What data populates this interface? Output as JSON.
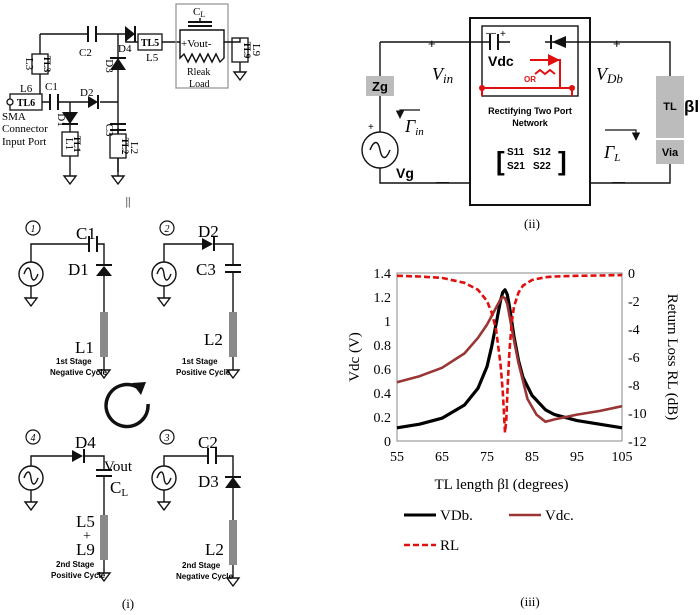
{
  "panel_i": {
    "top": {
      "tl6": "TL6",
      "l6": "L6",
      "sma1": "SMA",
      "sma2": "Connector",
      "sma3": "Input Port",
      "tl3": "TL3",
      "l3": "L3",
      "c1": "C1",
      "c2": "C2",
      "d1": "D1",
      "d2": "D2",
      "d3": "D3",
      "d4": "D4",
      "c3": "C3",
      "tl1": "TL1",
      "l1": "L1",
      "tl2": "TL2",
      "l2": "L2",
      "tl5": "TL5",
      "l5": "L5",
      "cl": "C",
      "cl_sub": "L",
      "vout": "+Vout-",
      "rleak": "Rleak",
      "load": "Load",
      "tl9": "TL9",
      "l9": "L9",
      "equiv": "||"
    },
    "stage1": {
      "num": "1",
      "c": "C1",
      "d": "D1",
      "l": "L1",
      "cap1": "1st Stage",
      "cap2": "Negative Cycle"
    },
    "stage2": {
      "num": "2",
      "d": "D2",
      "c": "C3",
      "l": "L2",
      "cap1": "1st Stage",
      "cap2": "Positive Cycle"
    },
    "stage3": {
      "num": "3",
      "c": "C2",
      "d": "D3",
      "l": "L2",
      "cap1": "2nd Stage",
      "cap2": "Negative Cycle"
    },
    "stage4": {
      "num": "4",
      "d": "D4",
      "vout": "Vout",
      "c": "C",
      "c_sub": "L",
      "l_top": "L5",
      "plus": "+",
      "l_bot": "L9",
      "cap1": "2nd Stage",
      "cap2": "Positive Cycle"
    },
    "label": "(i)"
  },
  "panel_ii": {
    "zg": "Zg",
    "vg": "Vg",
    "vin": "V",
    "vin_sub": "in",
    "vdb": "V",
    "vdb_sub": "Db",
    "gamma_in": "Γ",
    "gamma_in_sub": "in",
    "gamma_l": "Γ",
    "gamma_l_sub": "L",
    "vdc": "Vdc",
    "or": "OR",
    "net1": "Rectifying Two Port",
    "net2": "Network",
    "s11": "S11",
    "s12": "S12",
    "s21": "S21",
    "s22": "S22",
    "tl": "TL",
    "via": "Via",
    "beta": "βl",
    "plus_l": "+",
    "minus_l": "—",
    "plus_r": "+",
    "minus_r": "—",
    "label": "(ii)"
  },
  "chart_data": {
    "type": "line",
    "xlabel": "TL  length βl (degrees)",
    "ylabel": "Vdc (V)",
    "y2label": "Return Loss RL (dB)",
    "xlim": [
      55,
      105
    ],
    "ylim": [
      0,
      1.4
    ],
    "y2lim": [
      -12,
      0
    ],
    "xticks": [
      55,
      65,
      75,
      85,
      95,
      105
    ],
    "yticks": [
      0,
      0.2,
      0.4,
      0.6,
      0.8,
      1,
      1.2,
      1.4
    ],
    "y2ticks": [
      0,
      -2,
      -4,
      -6,
      -8,
      -10,
      -12
    ],
    "grid": false,
    "legend_position": "bottom",
    "legend": [
      "VDb.",
      "Vdc.",
      "RL"
    ],
    "series": [
      {
        "name": "VDb.",
        "axis": "left",
        "color": "#000000",
        "x": [
          55,
          60,
          65,
          70,
          73,
          75,
          76,
          77,
          78,
          78.5,
          79,
          79.5,
          80,
          81,
          82,
          83,
          85,
          88,
          90,
          95,
          100,
          105
        ],
        "y": [
          0.11,
          0.14,
          0.19,
          0.3,
          0.44,
          0.62,
          0.78,
          0.97,
          1.17,
          1.24,
          1.26,
          1.22,
          1.12,
          0.87,
          0.67,
          0.53,
          0.38,
          0.26,
          0.22,
          0.17,
          0.14,
          0.11
        ]
      },
      {
        "name": "Vdc.",
        "axis": "left",
        "color": "#9b3535",
        "x": [
          55,
          60,
          65,
          70,
          73,
          75,
          76,
          77,
          78,
          78.5,
          79,
          79.5,
          80,
          81,
          82,
          84,
          86,
          88,
          90,
          95,
          100,
          105
        ],
        "y": [
          0.49,
          0.54,
          0.61,
          0.73,
          0.86,
          0.97,
          1.04,
          1.11,
          1.18,
          1.2,
          1.19,
          1.14,
          1.04,
          0.84,
          0.65,
          0.35,
          0.22,
          0.16,
          0.18,
          0.22,
          0.25,
          0.29
        ]
      },
      {
        "name": "RL",
        "axis": "right",
        "color": "#e01010",
        "x": [
          55,
          60,
          65,
          70,
          73,
          75,
          76,
          77,
          78,
          78.5,
          79,
          79.3,
          79.6,
          80,
          80.5,
          81,
          82,
          83,
          85,
          88,
          90,
          95,
          100,
          105
        ],
        "y": [
          -0.2,
          -0.25,
          -0.35,
          -0.7,
          -1.2,
          -2.0,
          -2.8,
          -4.0,
          -6.5,
          -8.5,
          -11.4,
          -10.5,
          -8.0,
          -5.5,
          -3.5,
          -2.4,
          -1.4,
          -0.9,
          -0.5,
          -0.3,
          -0.25,
          -0.2,
          -0.18,
          -0.15
        ]
      }
    ]
  },
  "panel_iii": {
    "label": "(iii)"
  },
  "colors": {
    "wire": "#111111",
    "accent_red": "#e01010",
    "gray_block": "#bcbcbc",
    "tl_gray": "#8a8a8a"
  }
}
